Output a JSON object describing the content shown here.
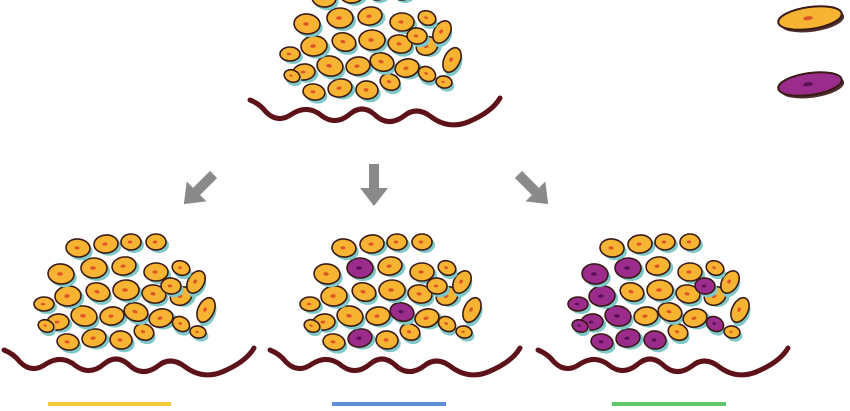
{
  "legend": [
    {
      "kind": "orange-cell",
      "fill": "#f7b432",
      "stroke": "#3a1a16",
      "nucleus": "#e0542a"
    },
    {
      "kind": "purple-cell",
      "fill": "#9c2c8c",
      "stroke": "#3a1a16",
      "nucleus": "#5a1055"
    }
  ],
  "colors": {
    "cell_orange": "#f7b432",
    "cell_orange_nucleus": "#e0542a",
    "cell_purple": "#9c2c8c",
    "cell_purple_nucleus": "#5a1055",
    "cell_shadow": "#7ec8c8",
    "outline": "#3a1a16",
    "base_line": "#5c1218",
    "arrow": "#8a8a8a"
  },
  "clusters": [
    {
      "name": "cluster-top",
      "purple_fraction": 0.0
    },
    {
      "name": "cluster-left",
      "purple_fraction": 0.0
    },
    {
      "name": "cluster-center",
      "purple_fraction": 0.1
    },
    {
      "name": "cluster-right",
      "purple_fraction": 0.45
    }
  ],
  "arrows": [
    {
      "direction": "down-left"
    },
    {
      "direction": "down"
    },
    {
      "direction": "down-right"
    }
  ],
  "bars": [
    {
      "name": "bar-left",
      "color": "#f2c938"
    },
    {
      "name": "bar-center",
      "color": "#5f8fd6"
    },
    {
      "name": "bar-right",
      "color": "#5fc86a"
    }
  ]
}
